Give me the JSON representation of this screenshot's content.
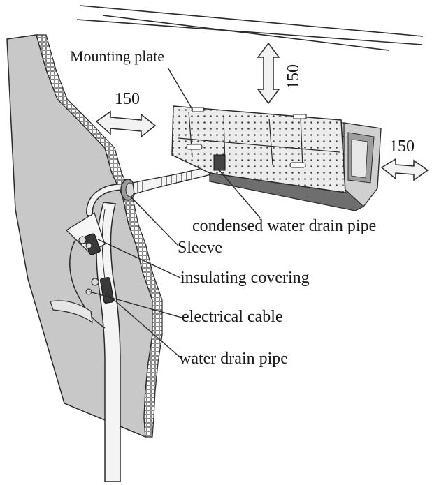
{
  "labels": {
    "mounting_plate": "Mounting plate",
    "condensed_drain": "condensed water drain pipe",
    "sleeve": "Sleeve",
    "insulating": "insulating covering",
    "electrical": "electrical cable",
    "water_drain": "water drain pipe"
  },
  "clearances": {
    "top": "150",
    "left": "150",
    "right": "150"
  },
  "colors": {
    "line": "#2a2a2a",
    "wall": "#c8c8c8",
    "unit": "#e4e4e4",
    "arrow": "#f2f2f2"
  }
}
